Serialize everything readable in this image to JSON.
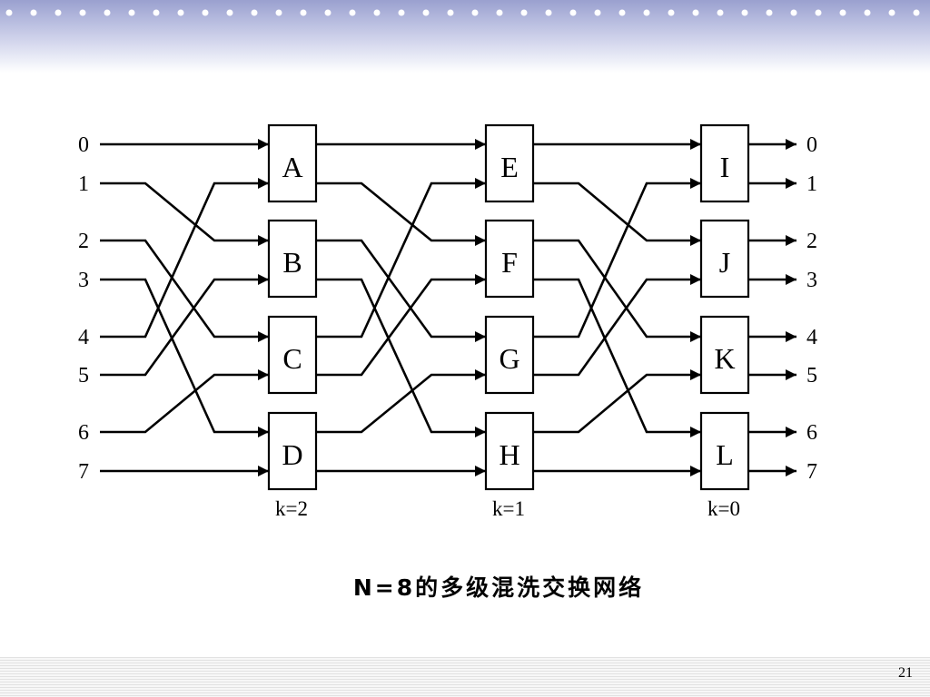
{
  "header": {
    "dot_color": "#ffffff",
    "band_color": "#9aa0cf"
  },
  "diagram": {
    "inputs": [
      "0",
      "1",
      "2",
      "3",
      "4",
      "5",
      "6",
      "7"
    ],
    "outputs": [
      "0",
      "1",
      "2",
      "3",
      "4",
      "5",
      "6",
      "7"
    ],
    "stages": [
      {
        "label": "k=2",
        "boxes": [
          "A",
          "B",
          "C",
          "D"
        ]
      },
      {
        "label": "k=1",
        "boxes": [
          "E",
          "F",
          "G",
          "H"
        ]
      },
      {
        "label": "k=0",
        "boxes": [
          "I",
          "J",
          "K",
          "L"
        ]
      }
    ],
    "interconnection": "perfect shuffle",
    "line_color": "#000000"
  },
  "caption": "N=8的多级混洗交换网络",
  "page_number": "21"
}
